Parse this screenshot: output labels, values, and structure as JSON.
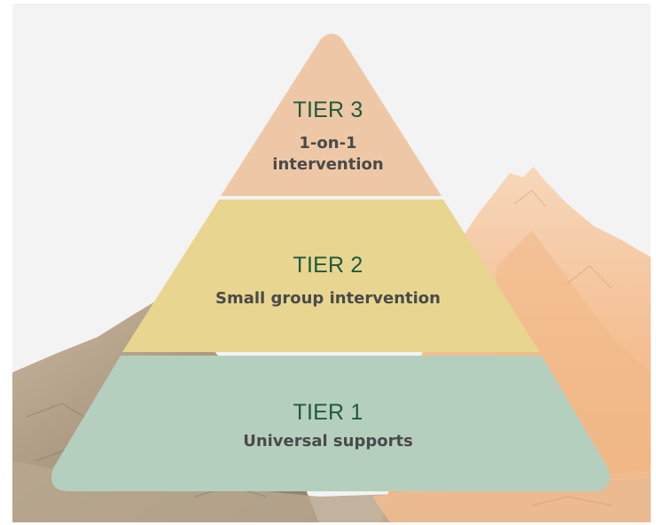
{
  "colors": {
    "background": "#f3f3f3",
    "tier3_fill": "#eec8a6",
    "tier2_fill": "#e8d590",
    "tier1_fill": "#b5cfbf",
    "tier_title": "#1f5a3b",
    "tier_desc": "#4a4a4a",
    "rock_warm": "#f4c39a",
    "rock_dark": "#a99886"
  },
  "tiers": [
    {
      "title": "TIER 3",
      "desc_line1": "1-on-1",
      "desc_line2": "intervention"
    },
    {
      "title": "TIER 2",
      "desc": "Small group intervention"
    },
    {
      "title": "TIER 1",
      "desc": "Universal supports"
    }
  ]
}
